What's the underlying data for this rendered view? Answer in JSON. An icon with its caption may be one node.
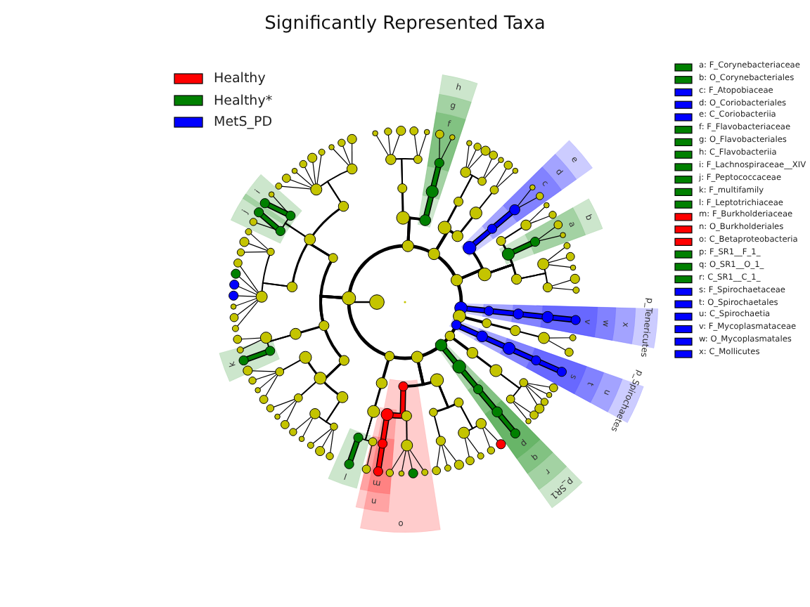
{
  "diagram": {
    "title": "Significantly Represented Taxa",
    "labels": [
      "h",
      "g",
      "f",
      "e",
      "d",
      "c",
      "j",
      "i",
      "b",
      "a",
      "v",
      "w",
      "x",
      "p_Tenericutes",
      "k",
      "s",
      "t",
      "u",
      "p_Spirochaetes",
      "p",
      "q",
      "r",
      "l",
      "p_SR1",
      "m",
      "n",
      "o"
    ],
    "legend": [
      {
        "text": "Healthy",
        "color": "#ff0000"
      },
      {
        "text": "Healthy*",
        "color": "#008000"
      },
      {
        "text": "MetS_PD",
        "color": "#0000ff"
      },
      {
        "text": "a: F_Corynebacteriaceae",
        "color": "#008000"
      },
      {
        "text": "b: O_Corynebacteriales",
        "color": "#008000"
      },
      {
        "text": "c: F_Atopobiaceae",
        "color": "#0000ff"
      },
      {
        "text": "d: O_Coriobacteriales",
        "color": "#0000ff"
      },
      {
        "text": "e: C_Coriobacteriia",
        "color": "#0000ff"
      },
      {
        "text": "f: F_Flavobacteriaceae",
        "color": "#008000"
      },
      {
        "text": "g: O_Flavobacteriales",
        "color": "#008000"
      },
      {
        "text": "h: C_Flavobacteriia",
        "color": "#008000"
      },
      {
        "text": "i: F_Lachnospiraceae__XIV",
        "color": "#008000"
      },
      {
        "text": "j: F_Peptococcaceae",
        "color": "#008000"
      },
      {
        "text": "k: F_multifamily",
        "color": "#008000"
      },
      {
        "text": "l: F_Leptotrichiaceae",
        "color": "#008000"
      },
      {
        "text": "m: F_Burkholderiaceae",
        "color": "#ff0000"
      },
      {
        "text": "n: O_Burkholderiales",
        "color": "#ff0000"
      },
      {
        "text": "o: C_Betaproteobacteria",
        "color": "#ff0000"
      },
      {
        "text": "p: F_SR1__F_1_",
        "color": "#008000"
      },
      {
        "text": "q: O_SR1__O_1_",
        "color": "#008000"
      },
      {
        "text": "r: C_SR1__C_1_",
        "color": "#008000"
      },
      {
        "text": "s: F_Spirochaetaceae",
        "color": "#0000ff"
      },
      {
        "text": "t: O_Spirochaetales",
        "color": "#0000ff"
      },
      {
        "text": "u: C_Spirochaetia",
        "color": "#0000ff"
      },
      {
        "text": "v: F_Mycoplasmataceae",
        "color": "#0000ff"
      },
      {
        "text": "w: O_Mycoplasmatales",
        "color": "#0000ff"
      },
      {
        "text": "x: C_Mollicutes",
        "color": "#0000ff"
      }
    ]
  }
}
